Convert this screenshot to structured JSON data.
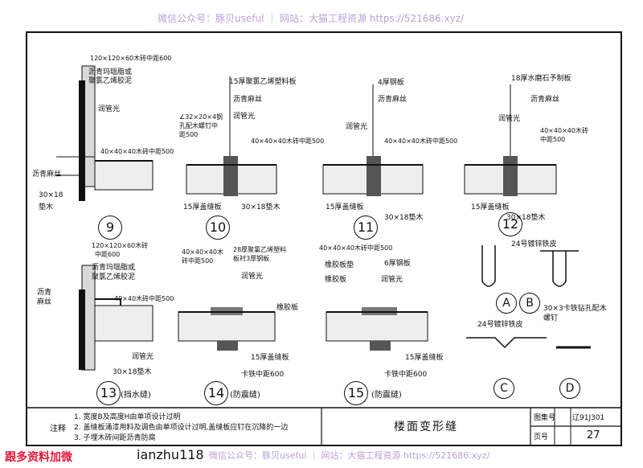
{
  "watermark_top": "微信公众号：豚贝useful ｜ 网站：大猫工程资源 https://521686.xyz/",
  "watermark_bottom": "微信公众号：豚贝useful ｜ 网站：大猫工程资源 https://521686.xyz/",
  "footer_left_red": "跟多资料加微",
  "footer_left_black": "ianzhu118",
  "title_block": {
    "title": "楼面变形缝",
    "atlas_label": "图集号",
    "atlas_no": "辽91J301",
    "page_label": "页号",
    "page_no": "27"
  },
  "notes": {
    "label": "注释",
    "lines": [
      "1. 宽度B及高度H由单项设计过明",
      "2. 盖缝板涌漆用料及调色由单项设计过明,盖缝板应钉在沉降的一边",
      "3. 子埋木砖间距沥青防腐"
    ]
  },
  "details": [
    {
      "no": "9",
      "caption": "",
      "labels": [
        "120×120×60木砖中距600",
        "沥青玛瑙脂或",
        "聚氯乙烯胶泥",
        "润管光",
        "40×40×40木砖中距500",
        "沥青麻丝",
        "30×18",
        "垫木"
      ]
    },
    {
      "no": "10",
      "caption": "",
      "labels": [
        "15厚聚氯乙烯塑料板",
        "沥青麻丝",
        "∠32×20×4钢",
        "孔配木螺钉中",
        "距500",
        "润管光",
        "40×40×40木砖中距500",
        "15厚盖缝板",
        "30×18垫木"
      ]
    },
    {
      "no": "11",
      "caption": "",
      "labels": [
        "4厚钢板",
        "沥青麻丝",
        "润管光",
        "40×40×40木砖中距500",
        "15厚盖缝板",
        "30×18垫木"
      ]
    },
    {
      "no": "12",
      "caption": "",
      "labels": [
        "18厚水磨石予制板",
        "沥青麻丝",
        "润管光",
        "40×40×40木砖",
        "中距500",
        "15厚盖缝板",
        "30×18垫木"
      ]
    },
    {
      "no": "13",
      "caption": "(挡水缝)",
      "labels": [
        "120×120×60木砖",
        "中距600",
        "沥青玛瑙脂或",
        "聚氯乙烯胶泥",
        "沥青",
        "麻丝",
        "40×40木砖中距500",
        "润管光",
        "30×18垫木"
      ]
    },
    {
      "no": "14",
      "caption": "(防震缝)",
      "labels": [
        "40×40×40木",
        "砖中距500",
        "28厚聚氯乙烯塑料",
        "板衬3厚钢板",
        "润管光",
        "橡胶板",
        "15厚盖缝板",
        "卡铁中距600"
      ]
    },
    {
      "no": "15",
      "caption": "(防震缝)",
      "labels": [
        "40×40×40木砖中距500",
        "橡胶板垫",
        "6厚钢板",
        "润管光",
        "橡胶板",
        "15厚盖缝板",
        "卡铁中距600"
      ]
    }
  ],
  "parts": {
    "a_label": "A",
    "b_label": "B",
    "c_label": "C",
    "d_label": "D",
    "ab_note": "24号镀锌铁皮",
    "c_note": "24号镀锌铁皮",
    "d_note": "30×3卡铁钻孔配木螺钉"
  }
}
